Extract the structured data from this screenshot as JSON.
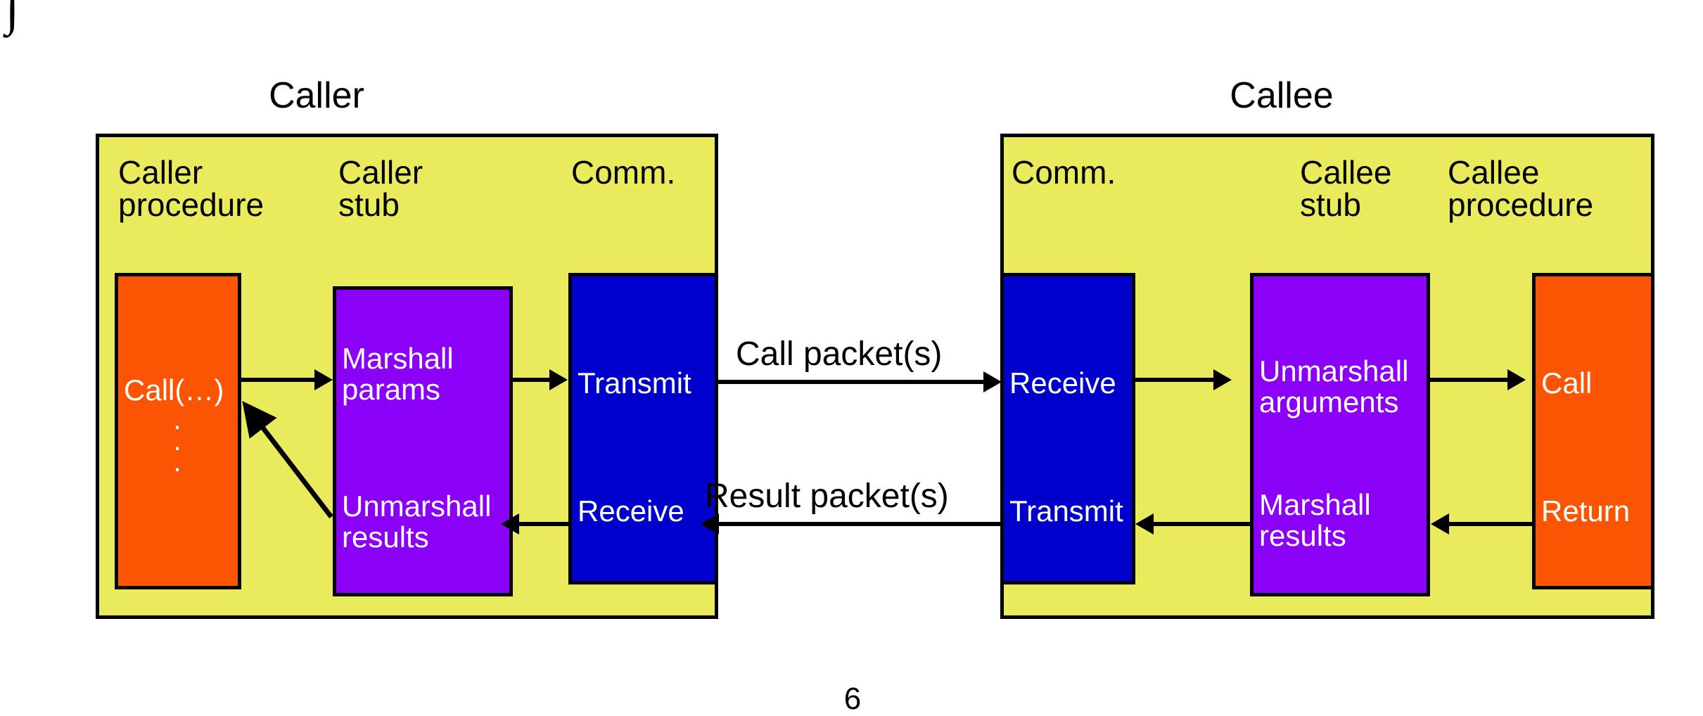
{
  "slide": {
    "stray_glyph": "∫",
    "page_number": "6"
  },
  "panels": {
    "caller": {
      "title": "Caller",
      "columns": [
        {
          "label": "Caller\nprocedure"
        },
        {
          "label": "Caller\nstub"
        },
        {
          "label": "Comm."
        }
      ],
      "blocks": [
        {
          "name": "caller-procedure-block",
          "color": "#fb5504",
          "top_text": "Call(…)",
          "dots": "·\n·\n·",
          "bottom_text": ""
        },
        {
          "name": "caller-stub-block",
          "color": "#8b00f7",
          "top_text": "Marshall\nparams",
          "bottom_text": "Unmarshall\nresults"
        },
        {
          "name": "caller-comm-block",
          "color": "#0000cc",
          "top_text": "Transmit",
          "bottom_text": "Receive"
        }
      ]
    },
    "callee": {
      "title": "Callee",
      "columns": [
        {
          "label": "Comm."
        },
        {
          "label": "Callee\nstub"
        },
        {
          "label": "Callee\nprocedure"
        }
      ],
      "blocks": [
        {
          "name": "callee-comm-block",
          "color": "#0000cc",
          "top_text": "Receive",
          "bottom_text": "Transmit"
        },
        {
          "name": "callee-stub-block",
          "color": "#8b00f7",
          "top_text": "Unmarshall\narguments",
          "bottom_text": "Marshall\nresults"
        },
        {
          "name": "callee-procedure-block",
          "color": "#fb5504",
          "top_text": "Call",
          "bottom_text": "Return"
        }
      ]
    }
  },
  "network": {
    "call_label": "Call packet(s)",
    "result_label": "Result packet(s)"
  },
  "colors": {
    "panel_fill": "#e9eb5c",
    "procedure_fill": "#fb5504",
    "stub_fill": "#8b00f7",
    "comm_fill": "#0000cc",
    "stroke": "#000000",
    "block_text": "#ffffff",
    "background": "#ffffff"
  }
}
